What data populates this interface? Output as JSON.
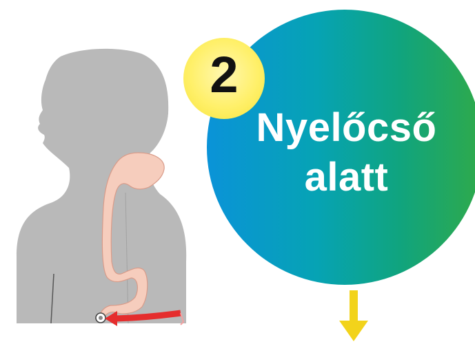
{
  "step": {
    "number": "2",
    "title_line1": "Nyelőcső",
    "title_line2": "alatt"
  },
  "colors": {
    "circle_gradient": [
      "#0a93d8",
      "#06a3b4",
      "#10a47e",
      "#2faa4a"
    ],
    "badge": "#fff06a",
    "silhouette": "#b7b7b7",
    "esophagus": "#f6cdbd",
    "arrow_in": "#e52d2d",
    "arrow_down": "#f2d31b"
  },
  "icons": [
    "person-silhouette",
    "esophagus-stomach",
    "capsule-icon",
    "insertion-arrow",
    "down-arrow-icon"
  ]
}
